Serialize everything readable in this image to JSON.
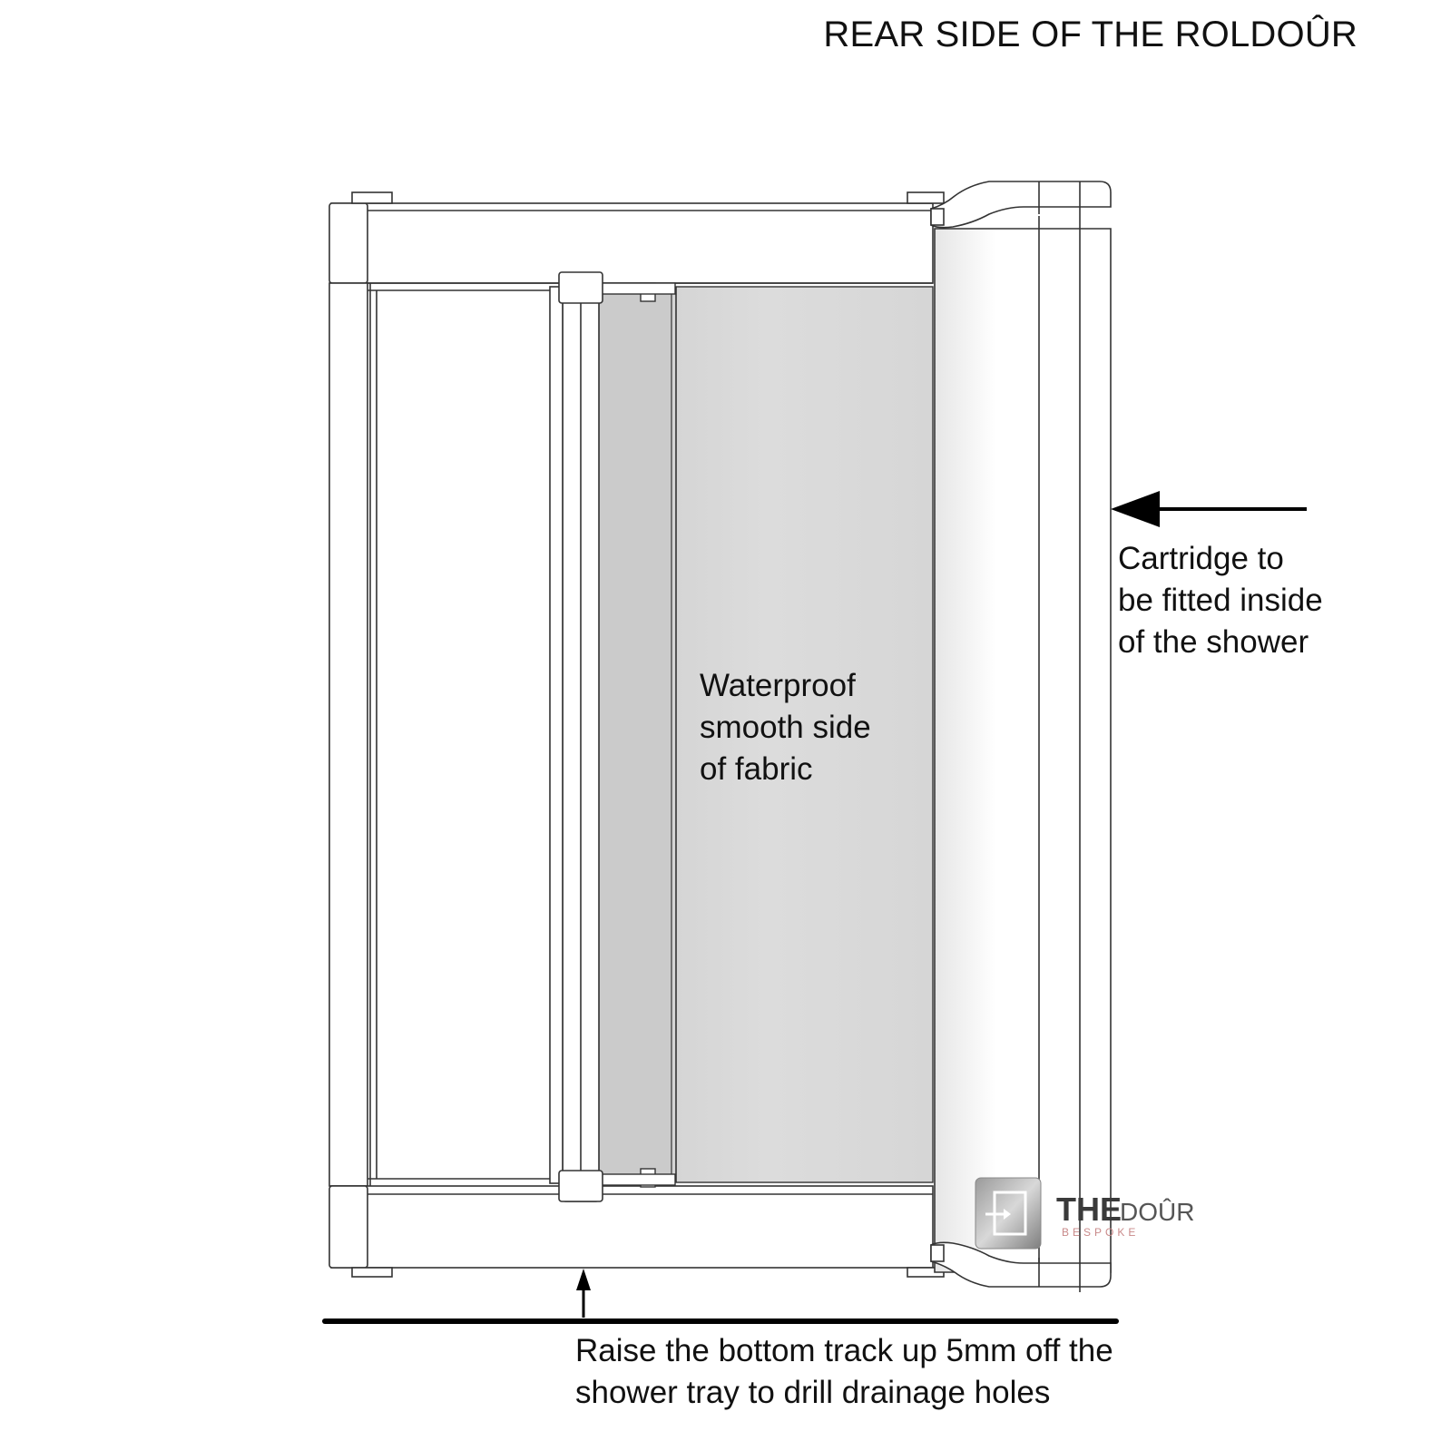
{
  "title": "REAR SIDE OF THE ROLDOÛR",
  "annotations": {
    "cartridge": [
      "Cartridge to",
      "be fitted inside",
      "of the shower"
    ],
    "fabric": [
      "Waterproof",
      "smooth side",
      "of fabric"
    ],
    "tray": [
      "Raise the bottom track up 5mm off the",
      "shower tray to drill drainage holes"
    ]
  },
  "logo": {
    "the": "THE",
    "dour": "DOÛR",
    "sub": "BESPOKE",
    "icon": "door-exit-icon"
  },
  "colors": {
    "outline": "#333333",
    "fabric": "#d9d9d9",
    "background": "#ffffff"
  }
}
